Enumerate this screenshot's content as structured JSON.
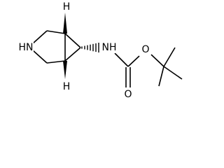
{
  "molecule": {
    "atoms": {
      "h_top": "H",
      "nh_ring": "HN",
      "h_bottom": "H",
      "nh_amide": "NH",
      "o_carbonyl": "O",
      "o_ether": "O"
    }
  }
}
